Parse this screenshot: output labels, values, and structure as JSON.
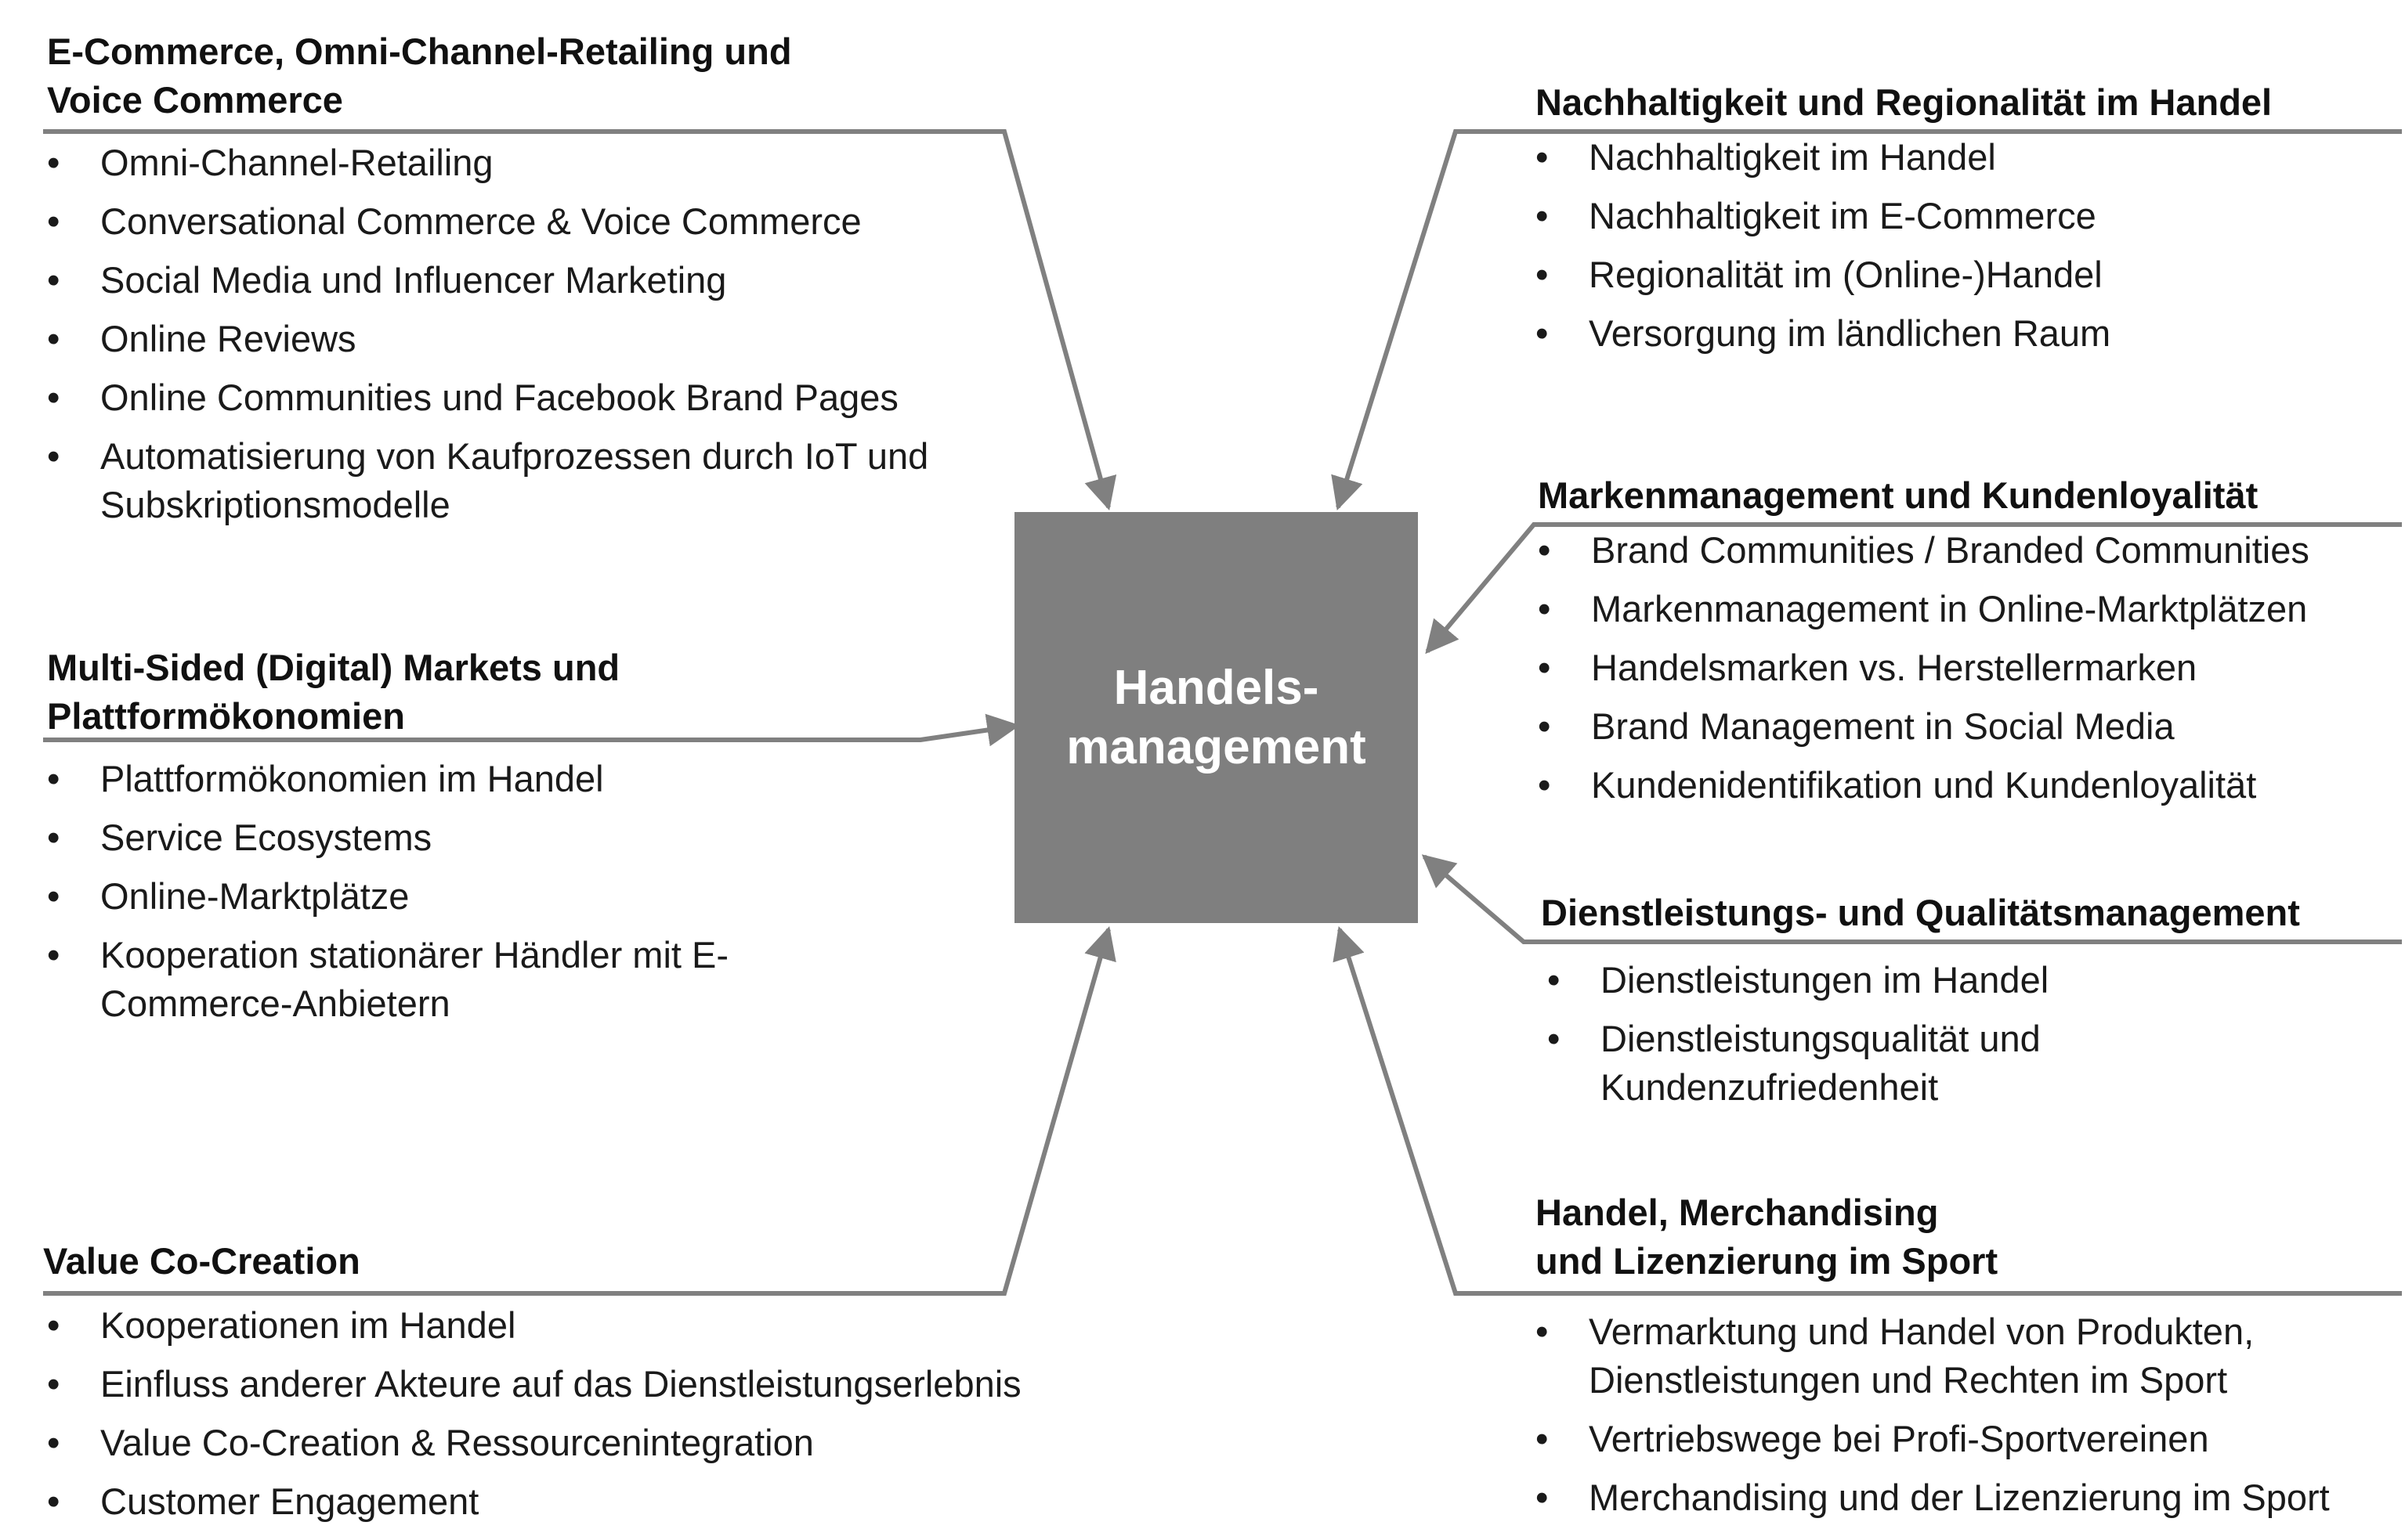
{
  "center": {
    "lines": [
      "Handels-",
      "management"
    ]
  },
  "sections": [
    {
      "id": "ecommerce",
      "title_lines": [
        "E-Commerce, Omni-Channel-Retailing und",
        "Voice Commerce"
      ],
      "items": [
        [
          "Omni-Channel-Retailing"
        ],
        [
          "Conversational Commerce & Voice Commerce"
        ],
        [
          "Social Media und Influencer Marketing"
        ],
        [
          "Online Reviews"
        ],
        [
          "Online Communities und Facebook Brand Pages"
        ],
        [
          "Automatisierung von Kaufprozessen durch IoT und",
          "Subskriptionsmodelle"
        ]
      ]
    },
    {
      "id": "multisided",
      "title_lines": [
        "Multi-Sided (Digital) Markets und",
        "Plattformökonomien"
      ],
      "items": [
        [
          "Plattformökonomien im Handel"
        ],
        [
          "Service Ecosystems"
        ],
        [
          "Online-Marktplätze"
        ],
        [
          "Kooperation stationärer Händler mit E-",
          "Commerce-Anbietern"
        ]
      ]
    },
    {
      "id": "valuecocreation",
      "title_lines": [
        "Value Co-Creation"
      ],
      "items": [
        [
          "Kooperationen im Handel"
        ],
        [
          "Einfluss anderer Akteure auf das Dienstleistungserlebnis"
        ],
        [
          "Value Co-Creation & Ressourcenintegration"
        ],
        [
          "Customer Engagement"
        ]
      ]
    },
    {
      "id": "nachhaltigkeit",
      "title_lines": [
        "Nachhaltigkeit und Regionalität im Handel"
      ],
      "items": [
        [
          "Nachhaltigkeit im Handel"
        ],
        [
          "Nachhaltigkeit im E-Commerce"
        ],
        [
          "Regionalität im (Online-)Handel"
        ],
        [
          "Versorgung im ländlichen Raum"
        ]
      ]
    },
    {
      "id": "markenmanagement",
      "title_lines": [
        "Markenmanagement und Kundenloyalität"
      ],
      "items": [
        [
          "Brand Communities / Branded Communities"
        ],
        [
          "Markenmanagement in Online-Marktplätzen"
        ],
        [
          "Handelsmarken vs. Herstellermarken"
        ],
        [
          "Brand Management in Social Media"
        ],
        [
          "Kundenidentifikation und Kundenloyalität"
        ]
      ]
    },
    {
      "id": "dienstleistung",
      "title_lines": [
        "Dienstleistungs- und Qualitätsmanagement"
      ],
      "items": [
        [
          "Dienstleistungen im Handel"
        ],
        [
          "Dienstleistungsqualität und",
          "Kundenzufriedenheit"
        ]
      ]
    },
    {
      "id": "sport",
      "title_lines": [
        "Handel, Merchandising",
        "und Lizenzierung im Sport"
      ],
      "items": [
        [
          "Vermarktung und Handel von Produkten,",
          "Dienstleistungen und Rechten im Sport"
        ],
        [
          "Vertriebswege bei Profi-Sportvereinen"
        ],
        [
          "Merchandising und der Lizenzierung im Sport"
        ]
      ]
    }
  ],
  "bullet_glyph": "•",
  "colors": {
    "center_box": "#7f7f7f",
    "connector": "#808080",
    "text": "#1a1a1a",
    "center_text": "#ffffff"
  }
}
